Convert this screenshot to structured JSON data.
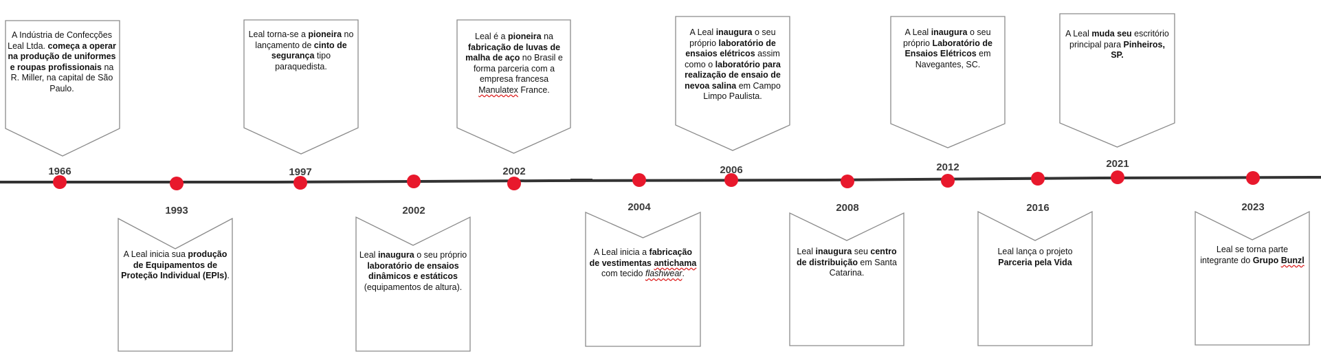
{
  "timeline": {
    "colors": {
      "line": "#333333",
      "marker": "#e8182c",
      "box_border": "#8a8a8a",
      "year_text": "#3a3a3a"
    },
    "events": [
      {
        "year": "1966",
        "position": "above",
        "parts": [
          {
            "t": "A Indústria de Confecções Leal Ltda. "
          },
          {
            "t": "começa a operar na produção de uniformes e roupas profissionais",
            "b": true
          },
          {
            "t": " na R. Miller, na capital de São Paulo."
          }
        ]
      },
      {
        "year": "1993",
        "position": "below",
        "parts": [
          {
            "t": "A Leal inicia sua "
          },
          {
            "t": "produção de Equipamentos de Proteção Individual (EPIs)",
            "b": true
          },
          {
            "t": "."
          }
        ]
      },
      {
        "year": "1997",
        "position": "above",
        "parts": [
          {
            "t": "Leal torna-se a "
          },
          {
            "t": "pioneira",
            "b": true
          },
          {
            "t": " no lançamento de "
          },
          {
            "t": "cinto de segurança",
            "b": true
          },
          {
            "t": " tipo paraquedista."
          }
        ]
      },
      {
        "year": "2002",
        "position": "below",
        "parts": [
          {
            "t": "Leal "
          },
          {
            "t": "inaugura",
            "b": true
          },
          {
            "t": " o seu próprio "
          },
          {
            "t": "laboratório de ensaios dinâmicos e estáticos",
            "b": true
          },
          {
            "t": " (equipamentos de altura)."
          }
        ]
      },
      {
        "year": "2002",
        "position": "above",
        "parts": [
          {
            "t": "Leal é a "
          },
          {
            "t": "pioneira",
            "b": true
          },
          {
            "t": " na "
          },
          {
            "t": "fabricação de luvas de malha de aço",
            "b": true
          },
          {
            "t": " no Brasil e forma parceria com a empresa francesa "
          },
          {
            "t": "Manulatex",
            "sq": true
          },
          {
            "t": " France."
          }
        ]
      },
      {
        "year": "2004",
        "position": "below",
        "parts": [
          {
            "t": "A Leal inicia a "
          },
          {
            "t": "fabricação de vestimentas ",
            "b": true
          },
          {
            "t": "antichama",
            "b": true,
            "sq": true
          },
          {
            "t": " com tecido "
          },
          {
            "t": "flashwear",
            "i": true,
            "sq": true
          },
          {
            "t": "."
          }
        ]
      },
      {
        "year": "2006",
        "position": "above",
        "parts": [
          {
            "t": "A Leal "
          },
          {
            "t": "inaugura",
            "b": true
          },
          {
            "t": " o seu próprio "
          },
          {
            "t": "laboratório de ensaios elétricos",
            "b": true
          },
          {
            "t": " assim como o "
          },
          {
            "t": "laboratório para realização de ensaio de nevoa salina",
            "b": true
          },
          {
            "t": " em Campo Limpo Paulista."
          }
        ]
      },
      {
        "year": "2008",
        "position": "below",
        "parts": [
          {
            "t": "Leal "
          },
          {
            "t": "inaugura",
            "b": true
          },
          {
            "t": " seu "
          },
          {
            "t": "centro de distribuição",
            "b": true
          },
          {
            "t": " em Santa Catarina."
          }
        ]
      },
      {
        "year": "2012",
        "position": "above",
        "parts": [
          {
            "t": "A Leal "
          },
          {
            "t": "inaugura",
            "b": true
          },
          {
            "t": " o seu próprio "
          },
          {
            "t": "Laboratório de Ensaios Elétricos",
            "b": true
          },
          {
            "t": " em Navegantes, SC."
          }
        ]
      },
      {
        "year": "2016",
        "position": "below",
        "parts": [
          {
            "t": "Leal lança o projeto "
          },
          {
            "t": "Parceria pela Vida",
            "b": true
          }
        ]
      },
      {
        "year": "2021",
        "position": "above",
        "parts": [
          {
            "t": "A Leal "
          },
          {
            "t": "muda seu",
            "b": true
          },
          {
            "t": " escritório principal para "
          },
          {
            "t": "Pinheiros, SP.",
            "b": true
          }
        ]
      },
      {
        "year": "2023",
        "position": "below",
        "parts": [
          {
            "t": "Leal se torna parte integrante do "
          },
          {
            "t": "Grupo ",
            "b": true
          },
          {
            "t": "Bunzl",
            "b": true,
            "sq": true
          }
        ]
      }
    ]
  }
}
